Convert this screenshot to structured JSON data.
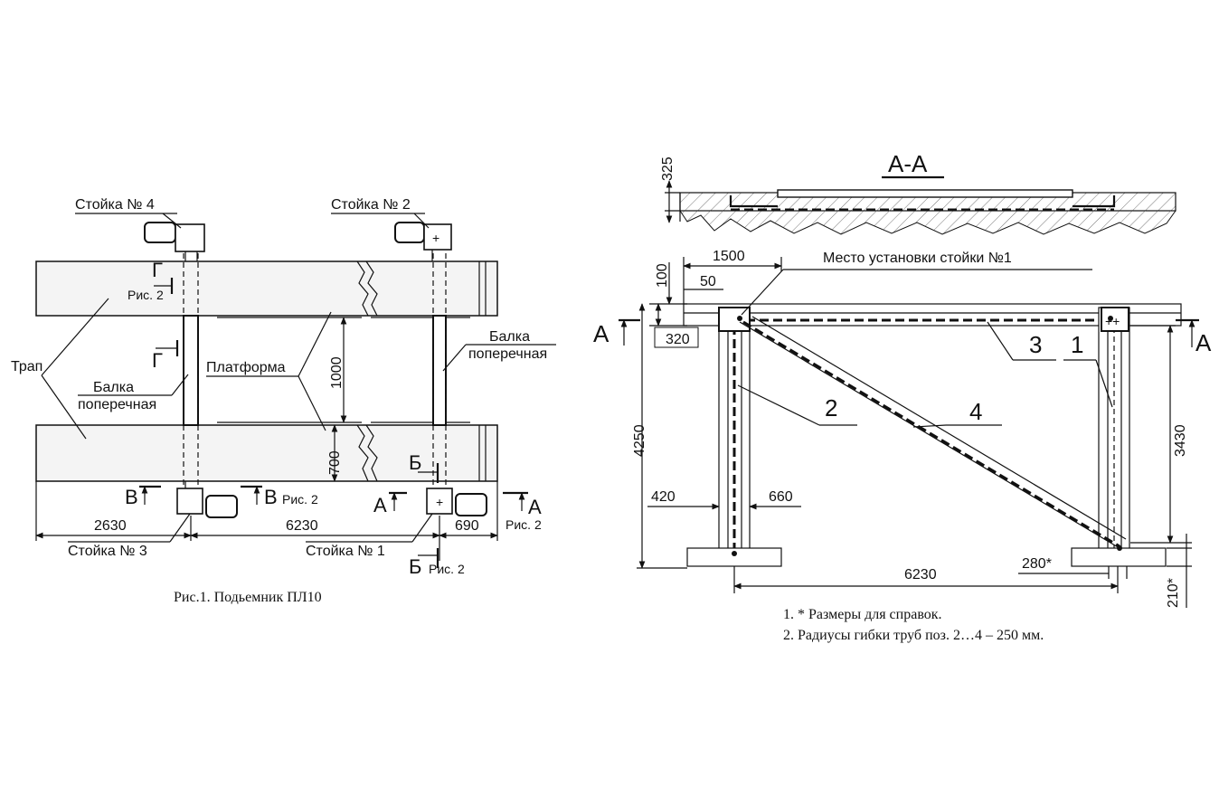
{
  "fig1": {
    "labels": {
      "post4": "Стойка № 4",
      "post2": "Стойка № 2",
      "post3": "Стойка № 3",
      "post1": "Стойка № 1",
      "trap": "Трап",
      "beam_left_1": "Балка",
      "beam_left_2": "поперечная",
      "beam_right_1": "Балка",
      "beam_right_2": "поперечная",
      "platform": "Платформа",
      "sec_g_top": "Г",
      "sec_g_top_ref": "Рис. 2",
      "sec_g_mid": "Г",
      "sec_v_left": "В",
      "sec_v_right": "В",
      "sec_v_ref": "Рис. 2",
      "sec_a_left": "А",
      "sec_a_right": "А",
      "sec_a_ref": "Рис. 2",
      "sec_b_top": "Б",
      "sec_b_bot": "Б",
      "sec_b_ref": "Рис. 2"
    },
    "dims": {
      "d1000": "1000",
      "d700": "700",
      "d2630": "2630",
      "d6230": "6230",
      "d690": "690"
    },
    "caption": "Рис.1.  Подьемник ПЛ10"
  },
  "fig2": {
    "section_title": "А-А",
    "section_dim": "325",
    "install_label": "Место установки стойки №1",
    "dims": {
      "d1500": "1500",
      "d100": "100",
      "d50": "50",
      "d320": "320",
      "d4250": "4250",
      "d3430": "3430",
      "d420": "420",
      "d660": "660",
      "d6230": "6230",
      "d280": "280*",
      "d210": "210*"
    },
    "positions": {
      "p1": "1",
      "p2": "2",
      "p3": "3",
      "p4": "4"
    },
    "sec_a_left": "А",
    "sec_a_right": "А",
    "notes": [
      "1. * Размеры для справок.",
      "2. Радиусы гибки труб поз. 2…4 – 250 мм."
    ]
  }
}
